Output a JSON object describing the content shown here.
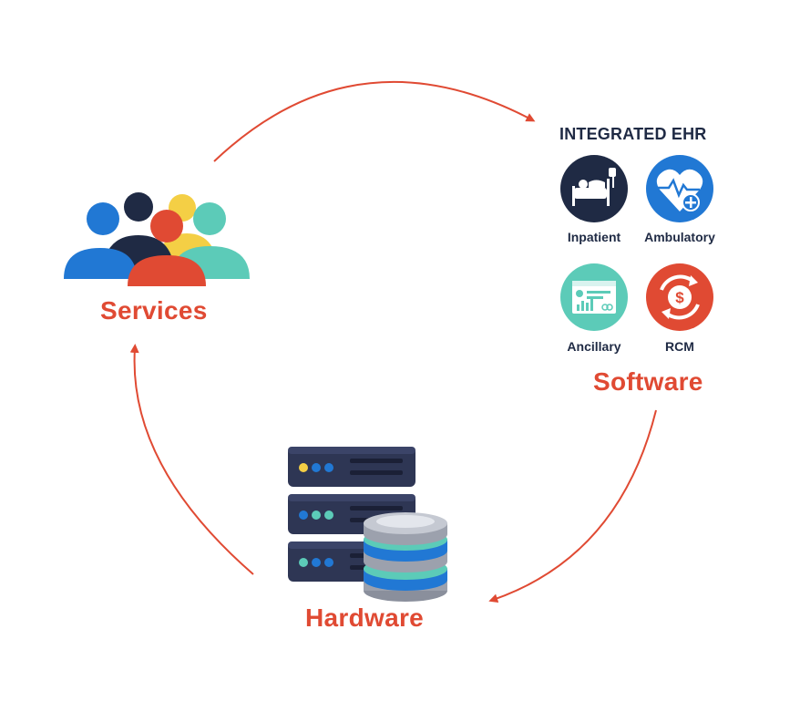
{
  "colors": {
    "accent_red": "#e04a33",
    "navy": "#1f2a44",
    "blue": "#2178d4",
    "teal": "#5ccbb8",
    "yellow": "#f4cf45"
  },
  "nodes": {
    "services": {
      "label": "Services",
      "icon": "people-group-icon"
    },
    "software": {
      "label": "Software",
      "title": "INTEGRATED EHR",
      "modules": [
        {
          "label": "Inpatient",
          "icon": "hospital-bed-icon",
          "color": "#1f2a44"
        },
        {
          "label": "Ambulatory",
          "icon": "heart-pulse-icon",
          "color": "#2178d4"
        },
        {
          "label": "Ancillary",
          "icon": "dashboard-screen-icon",
          "color": "#5ccbb8"
        },
        {
          "label": "RCM",
          "icon": "dollar-cycle-icon",
          "color": "#e04a33"
        }
      ]
    },
    "hardware": {
      "label": "Hardware",
      "icon": "server-database-icon"
    }
  },
  "edges": [
    {
      "from": "Services",
      "to": "Software"
    },
    {
      "from": "Software",
      "to": "Hardware"
    },
    {
      "from": "Hardware",
      "to": "Services"
    }
  ]
}
